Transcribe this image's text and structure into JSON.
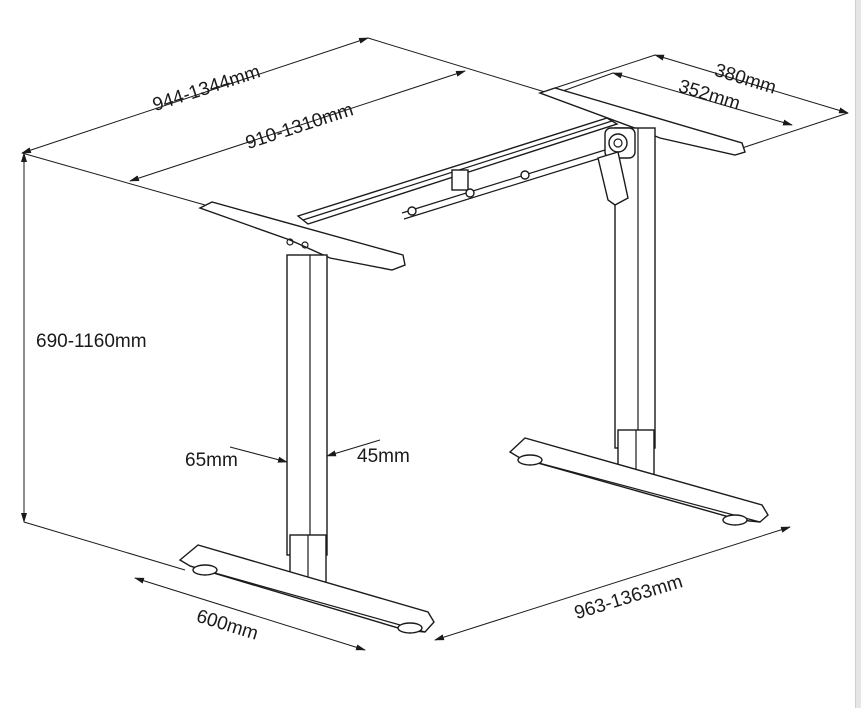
{
  "dimensions": {
    "overall_width": "944-1344mm",
    "beam_width": "910-1310mm",
    "top_plate_length": "380mm",
    "top_plate_hole_spacing": "352mm",
    "height": "690-1160mm",
    "column_depth": "65mm",
    "column_width": "45mm",
    "foot_length": "600mm",
    "foot_spacing": "963-1363mm"
  }
}
